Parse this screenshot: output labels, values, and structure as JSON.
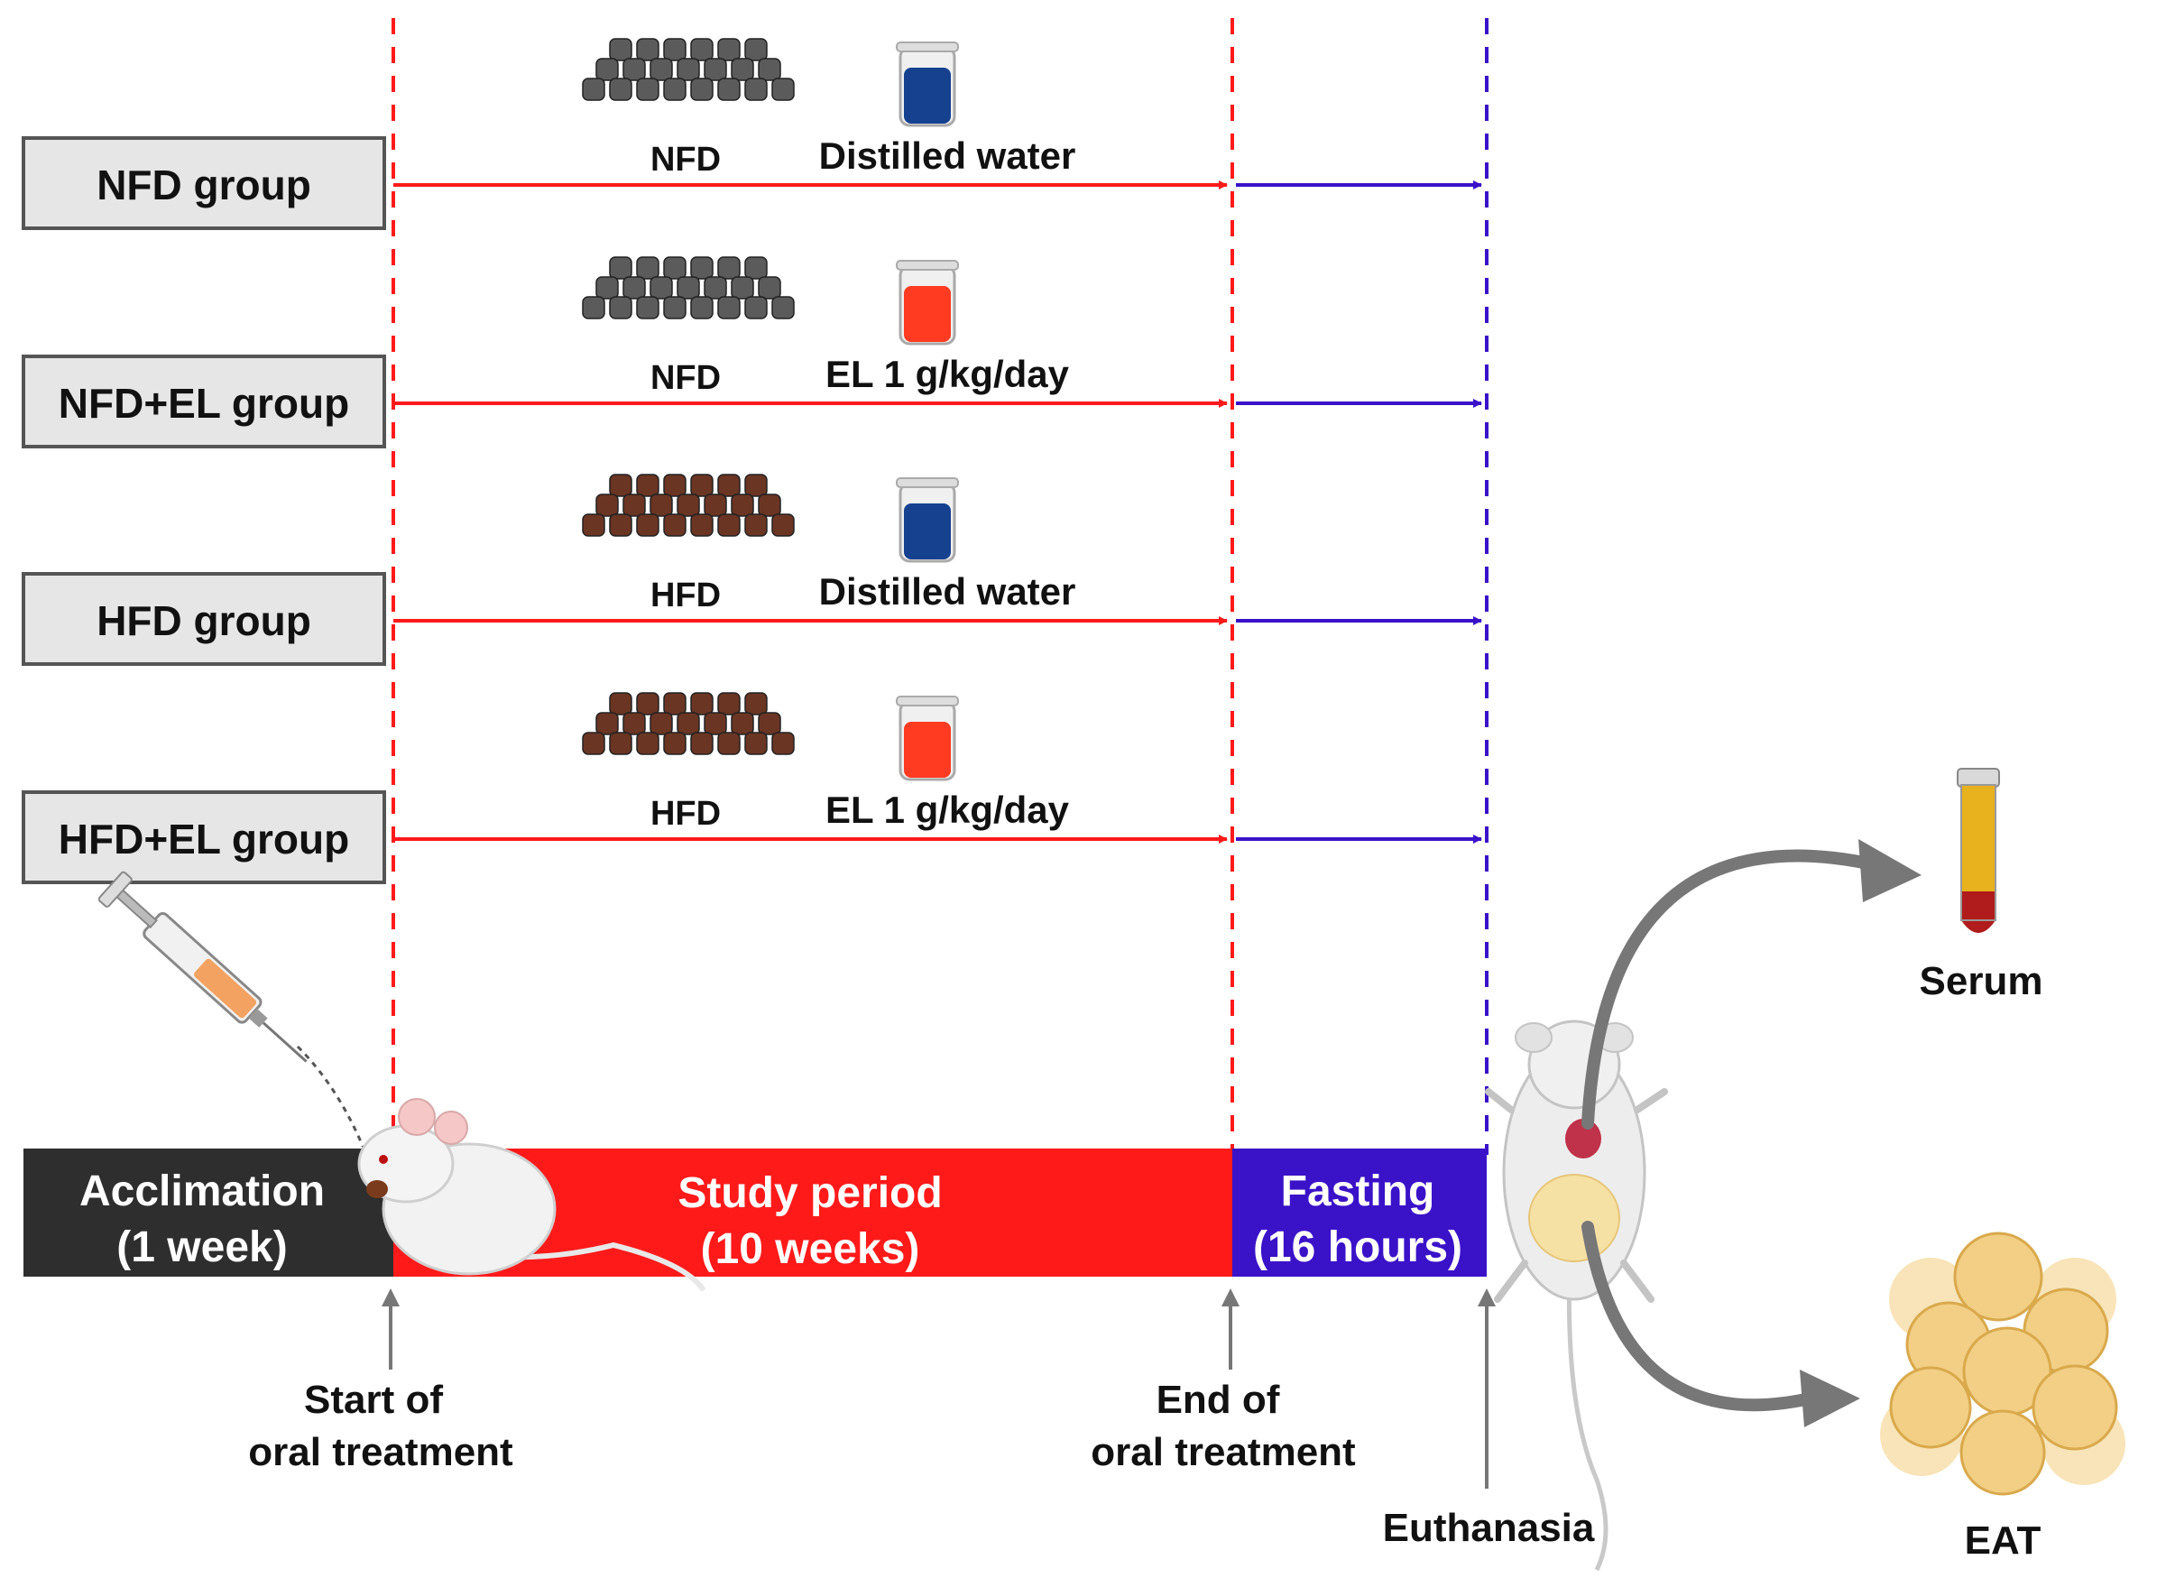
{
  "colors": {
    "treatment": "#ff1a1a",
    "fasting": "#3a12c8",
    "acclimation": "#2e2e2e",
    "group_box": "#e6e6e6",
    "water": "#15418f",
    "extract": "#ff3b22",
    "nfd_pellet": "#5b5b5b",
    "hfd_pellet": "#6a3523",
    "serum": "#e8b21e",
    "eat": "#f2cf85"
  },
  "groups": [
    {
      "name": "NFD group",
      "diet": "NFD",
      "diet_icon": "grey-pellets-icon",
      "liquid": "Distilled water",
      "liquid_icon": "blue-beaker-icon"
    },
    {
      "name": "NFD+EL group",
      "diet": "NFD",
      "diet_icon": "grey-pellets-icon",
      "liquid": "EL 1 g/kg/day",
      "liquid_icon": "red-beaker-icon"
    },
    {
      "name": "HFD group",
      "diet": "HFD",
      "diet_icon": "brown-pellets-icon",
      "liquid": "Distilled water",
      "liquid_icon": "blue-beaker-icon"
    },
    {
      "name": "HFD+EL group",
      "diet": "HFD",
      "diet_icon": "brown-pellets-icon",
      "liquid": "EL 1 g/kg/day",
      "liquid_icon": "red-beaker-icon"
    }
  ],
  "timeline": {
    "acclimation": {
      "line1": "Acclimation",
      "line2": "(1 week)"
    },
    "study": {
      "line1": "Study period",
      "line2": "(10 weeks)"
    },
    "fasting": {
      "line1": "Fasting",
      "line2": "(16 hours)"
    }
  },
  "markers": {
    "start": {
      "line1": "Start of",
      "line2": "oral treatment"
    },
    "end": {
      "line1": "End of",
      "line2": "oral treatment"
    },
    "euthanasia": "Euthanasia"
  },
  "outputs": {
    "serum": "Serum",
    "eat": "EAT"
  },
  "icons": [
    "syringe-icon",
    "mouse-icon",
    "dissected-mouse-icon",
    "blood-tube-icon",
    "adipose-tissue-icon"
  ]
}
